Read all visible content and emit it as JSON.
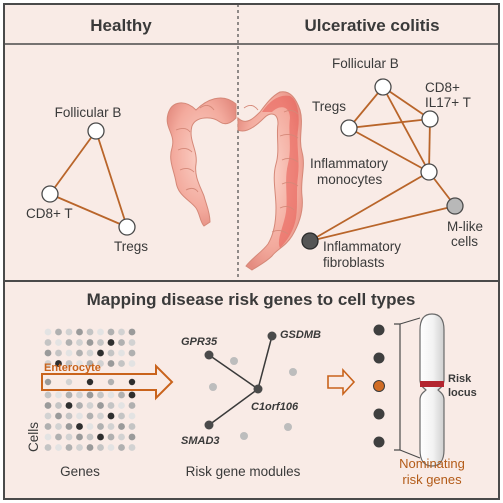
{
  "headers": {
    "healthy": "Healthy",
    "uc": "Ulcerative colitis",
    "mapping": "Mapping disease risk genes to cell types"
  },
  "healthy_nodes": {
    "follicular_b": "Follicular B",
    "cd8": "CD8+ T",
    "tregs": "Tregs"
  },
  "uc_nodes": {
    "follicular_b": "Follicular B",
    "cd8_l1": "CD8+",
    "cd8_l2": "IL17+ T",
    "tregs": "Tregs",
    "monocytes_l1": "Inflammatory",
    "monocytes_l2": "monocytes",
    "mlike_l1": "M-like",
    "mlike_l2": "cells",
    "fibro_l1": "Inflammatory",
    "fibro_l2": "fibroblasts"
  },
  "bottom": {
    "enterocyte": "Enterocyte",
    "cells_axis": "Cells",
    "genes_axis": "Genes",
    "modules_label": "Risk gene modules",
    "genes": {
      "gpr35": "GPR35",
      "gsdmb": "GSDMB",
      "c1orf106": "C1orf106",
      "smad3": "SMAD3"
    },
    "risk_l1": "Risk",
    "risk_l2": "locus",
    "nominating_l1": "Nominating",
    "nominating_l2": "risk genes"
  },
  "colors": {
    "background": "#f9ebe6",
    "border": "#4a4a4a",
    "edge": "#b9652a",
    "orange": "#c9631c",
    "colon": "#f1a79a",
    "risk_band": "#b3252f"
  }
}
